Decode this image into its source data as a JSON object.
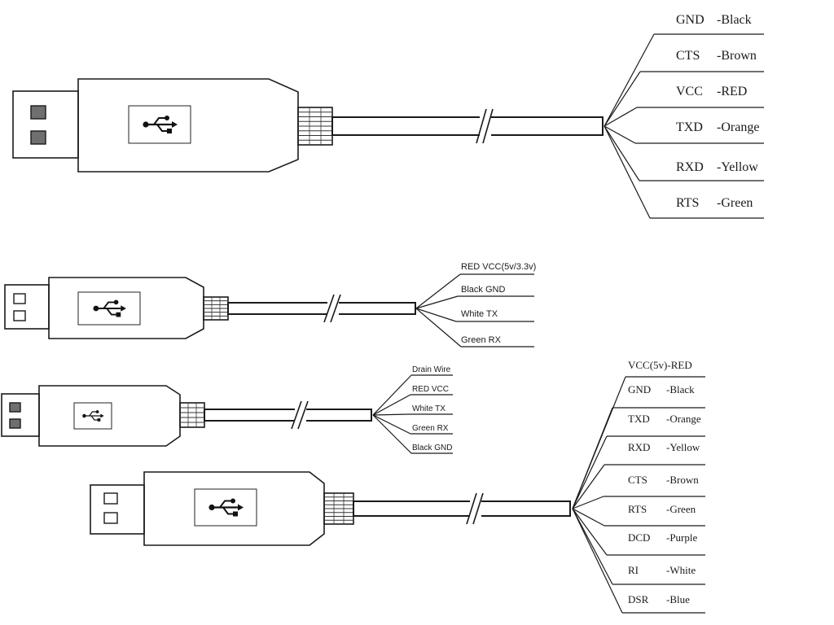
{
  "cables": [
    {
      "id": "cable-1",
      "wires": [
        {
          "signal": "GND",
          "color": "-Black"
        },
        {
          "signal": "CTS",
          "color": "-Brown"
        },
        {
          "signal": "VCC",
          "color": "-RED"
        },
        {
          "signal": "TXD",
          "color": "-Orange"
        },
        {
          "signal": "RXD",
          "color": "-Yellow"
        },
        {
          "signal": "RTS",
          "color": "-Green"
        }
      ]
    },
    {
      "id": "cable-2",
      "wires": [
        {
          "label": "RED  VCC(5v/3.3v)"
        },
        {
          "label": "Black  GND"
        },
        {
          "label": "White  TX"
        },
        {
          "label": "Green  RX"
        }
      ]
    },
    {
      "id": "cable-3",
      "wires": [
        {
          "label": "Drain Wire"
        },
        {
          "label": "RED VCC"
        },
        {
          "label": "White TX"
        },
        {
          "label": "Green RX"
        },
        {
          "label": "Black GND"
        }
      ]
    },
    {
      "id": "cable-4",
      "wires": [
        {
          "label": "VCC(5v)-RED"
        },
        {
          "signal": "GND",
          "color": "-Black"
        },
        {
          "signal": "TXD",
          "color": "-Orange"
        },
        {
          "signal": "RXD",
          "color": "-Yellow"
        },
        {
          "signal": "CTS",
          "color": "-Brown"
        },
        {
          "signal": "RTS",
          "color": "-Green"
        },
        {
          "signal": "DCD",
          "color": "-Purple"
        },
        {
          "signal": "RI",
          "color": "-White"
        },
        {
          "signal": "DSR",
          "color": "-Blue"
        }
      ]
    }
  ],
  "icons": {
    "usb": "usb-trident-icon",
    "break": "cable-break-icon"
  }
}
